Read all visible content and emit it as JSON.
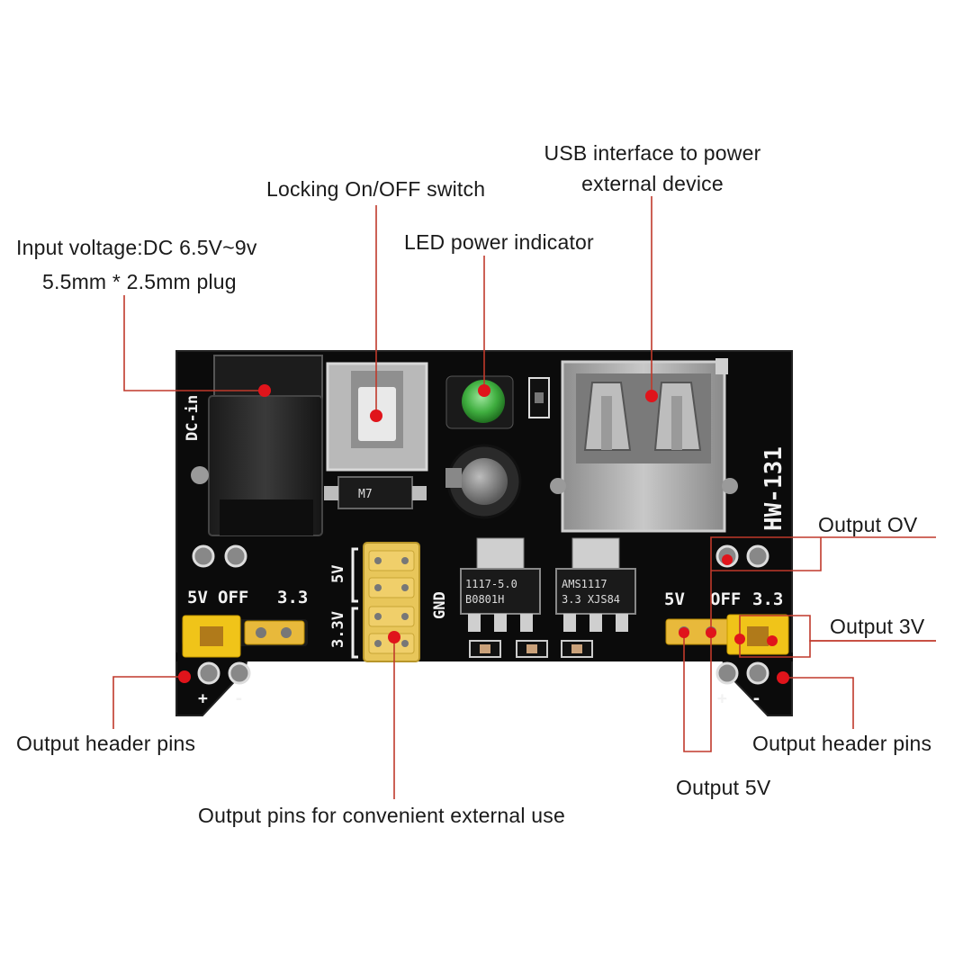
{
  "labels": {
    "input_voltage_line1": "Input voltage:DC 6.5V~9v",
    "input_voltage_line2": "5.5mm * 2.5mm plug",
    "locking_switch": "Locking On/OFF switch",
    "led_indicator": "LED power indicator",
    "usb_line1": "USB interface to power",
    "usb_line2": "external device",
    "output_0v": "Output OV",
    "output_3v": "Output 3V",
    "output_header_left": "Output header pins",
    "output_header_right": "Output header pins",
    "output_5v": "Output 5V",
    "output_pins_external": "Output pins for convenient external use"
  },
  "silkscreen": {
    "dc_in": "DC-in",
    "model": "HW-131",
    "left_5v": "5V",
    "left_off": "OFF",
    "left_33": "3.3",
    "right_5v": "5V",
    "right_off": "OFF",
    "right_33": "3.3",
    "mid_5v": "5V",
    "mid_33v": "3.3V",
    "gnd": "GND",
    "plus_left": "+",
    "minus_left": "-",
    "plus_right": "+",
    "minus_right": "-",
    "diode": "M7",
    "reg1_line1": "1117-5.0",
    "reg1_line2": "B0801H",
    "reg2_line1": "AMS1117",
    "reg2_line2": "3.3  XJS84"
  },
  "colors": {
    "pcb": "#0b0b0b",
    "jumper": "#f0c419",
    "pin_header": "#e8c65a",
    "marker": "#e0141b",
    "leader": "#c0392b",
    "led": "#3fae3f"
  }
}
